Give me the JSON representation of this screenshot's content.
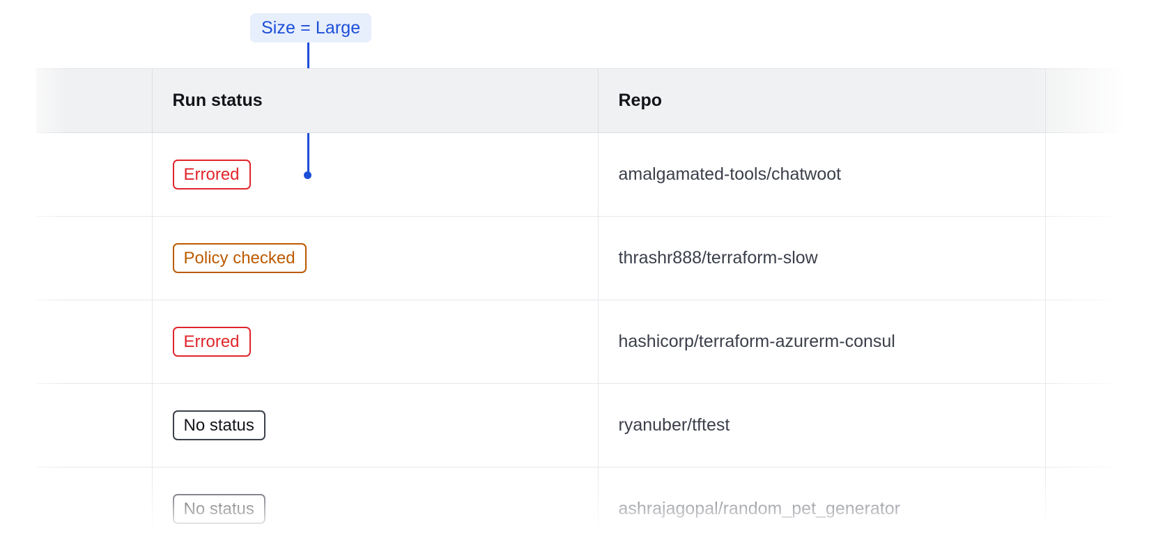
{
  "annotation": {
    "label": "Size = Large",
    "accent_color": "#1c4ed8",
    "background_color": "#e7eefc"
  },
  "table": {
    "columns": [
      {
        "key": "spacer",
        "label": ""
      },
      {
        "key": "run_status",
        "label": "Run status"
      },
      {
        "key": "repo",
        "label": "Repo"
      },
      {
        "key": "tail",
        "label": ""
      }
    ],
    "rows": [
      {
        "status": "Errored",
        "status_variant": "errored",
        "repo": "amalgamated-tools/chatwoot"
      },
      {
        "status": "Policy checked",
        "status_variant": "policy-checked",
        "repo": "thrashr888/terraform-slow"
      },
      {
        "status": "Errored",
        "status_variant": "errored",
        "repo": "hashicorp/terraform-azurerm-consul"
      },
      {
        "status": "No status",
        "status_variant": "no-status",
        "repo": "ryanuber/tftest"
      },
      {
        "status": "No status",
        "status_variant": "no-status",
        "repo": "ashrajagopal/random_pet_generator"
      }
    ],
    "status_colors": {
      "errored": "#e0252b",
      "policy_checked": "#bc5a00",
      "no_status": "#3b3f4a"
    },
    "header_background": "#f0f1f2",
    "border_color": "#e6e7eb"
  }
}
